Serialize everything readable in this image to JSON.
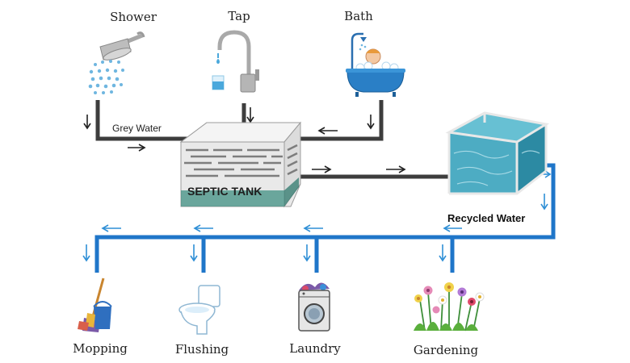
{
  "sources": {
    "shower": "Shower",
    "tap": "Tap",
    "bath": "Bath"
  },
  "flow_labels": {
    "grey_water": "Grey Water",
    "septic_tank": "SEPTIC TANK",
    "recycled_water": "Recycled Water"
  },
  "uses": {
    "mopping": "Mopping",
    "flushing": "Flushing",
    "laundry": "Laundry",
    "gardening": "Gardening"
  },
  "colors": {
    "grey_pipe": "#3d3d3d",
    "blue_pipe": "#1f76c9",
    "arrow_blue": "#2f8fd6",
    "water_drop": "#6fb6e0",
    "tank_water": "#3aa3bd"
  },
  "icons": {
    "shower": "shower-head-icon",
    "tap": "tap-icon",
    "bath": "bathtub-icon",
    "septic_tank": "septic-tank-icon",
    "recycled_tank": "water-tank-icon",
    "mopping": "mop-bucket-icon",
    "flushing": "toilet-icon",
    "laundry": "washing-machine-icon",
    "gardening": "flowers-icon"
  }
}
